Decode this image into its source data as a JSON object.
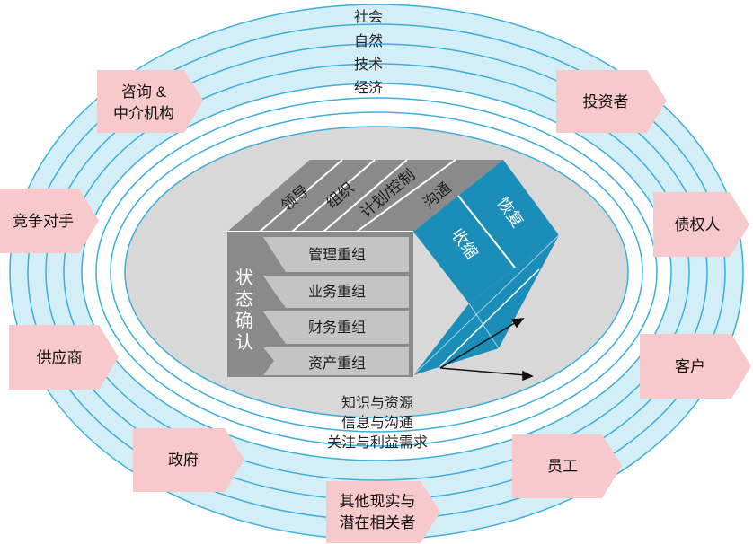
{
  "outer_rings": [
    "社会",
    "自然",
    "技术",
    "经济"
  ],
  "stakeholders": {
    "consulting": [
      "咨询 &",
      "中介机构"
    ],
    "investors": "投资者",
    "competitors": "竞争对手",
    "creditors": "债权人",
    "suppliers": "供应商",
    "customers": "客户",
    "government": "政府",
    "employees": "员工",
    "others": [
      "其他现实与",
      "潜在相关者"
    ]
  },
  "cube": {
    "top": [
      "领导",
      "组织",
      "计划/控制",
      "沟通"
    ],
    "rows": [
      "管理重组",
      "业务重组",
      "财务重组",
      "资产重组"
    ],
    "side": [
      "状",
      "态",
      "确",
      "认"
    ],
    "blue": [
      "恢复",
      "收缩"
    ]
  },
  "inner_labels": [
    "知识与资源",
    "信息与沟通",
    "关注与利益需求"
  ],
  "colors": {
    "ring_fill": "#d4eef8",
    "ring_stroke": "#3aaedc",
    "core_gray": "#d8d8d8",
    "cube_gray": "#8a8a8a",
    "cube_blue": "#1a8db8",
    "tag_fill": "#f7c9cb"
  }
}
